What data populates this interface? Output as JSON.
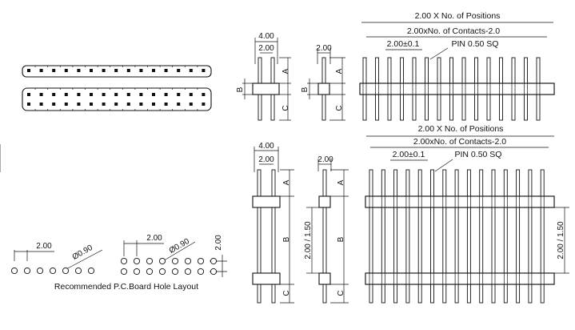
{
  "top_views": {
    "row_count_single": 15,
    "row_count_double": 15
  },
  "side_single_top": {
    "width_label": "4.00",
    "pitch_label": "2.00",
    "a_label": "A",
    "b_label": "B",
    "c_label": "C"
  },
  "side_single_top2": {
    "pitch_label": "2.00",
    "a_label": "A",
    "b_label": "B",
    "c_label": "C"
  },
  "front_top": {
    "positions_label": "2.00 X No. of Positions",
    "contacts_label": "2.00xNo. of Contacts-2.0",
    "pitch_label": "2.00±0.1",
    "pin_label": "PIN 0.50 SQ"
  },
  "side_bottom": {
    "width_label": "4.00",
    "pitch_label": "2.00",
    "a_label": "A",
    "b_label": "B",
    "c_label": "C"
  },
  "side_bottom2": {
    "pitch_label": "2.00",
    "spacer_label": "2.00 / 1.50",
    "a_label": "A",
    "b_label": "B",
    "c_label": "C"
  },
  "front_bottom": {
    "positions_label": "2.00 X No. of Positions",
    "contacts_label": "2.00xNo. of Contacts-2.0",
    "pitch_label": "2.00±0.1",
    "pin_label": "PIN 0.50 SQ",
    "spacer_label": "2.00 / 1.50"
  },
  "pcb_layout": {
    "single_pitch": "2.00",
    "single_dia": "Ø0.90",
    "double_pitch": "2.00",
    "double_dia": "Ø0.90",
    "row_pitch": "2.00",
    "caption": "Recommended P.C.Board Hole Layout"
  }
}
